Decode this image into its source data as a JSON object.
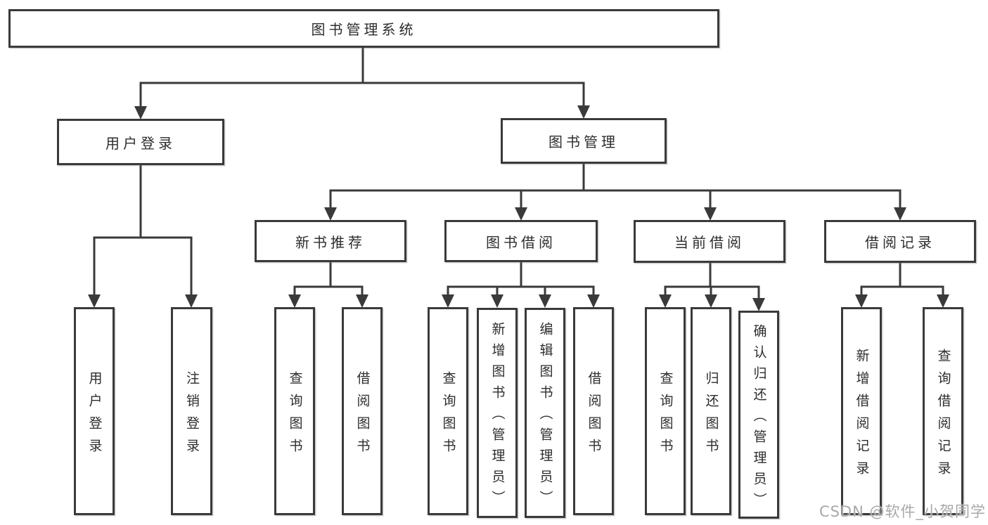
{
  "diagram": {
    "root": {
      "label": "图书管理系统"
    },
    "level2": {
      "user_login": {
        "label": "用户登录"
      },
      "book_mgmt": {
        "label": "图书管理"
      }
    },
    "level3": {
      "new_books": {
        "label": "新书推荐"
      },
      "book_borrow": {
        "label": "图书借阅"
      },
      "current_borrow": {
        "label": "当前借阅"
      },
      "borrow_records": {
        "label": "借阅记录"
      }
    },
    "leaves": {
      "user_login": [
        {
          "label": "用户登录"
        },
        {
          "label": "注销登录"
        }
      ],
      "new_books": [
        {
          "label": "查询图书"
        },
        {
          "label": "借阅图书"
        }
      ],
      "book_borrow": [
        {
          "label": "查询图书"
        },
        {
          "label": "新增图书（管理员）"
        },
        {
          "label": "编辑图书（管理员）"
        },
        {
          "label": "借阅图书"
        }
      ],
      "current_borrow": [
        {
          "label": "查询图书"
        },
        {
          "label": "归还图书"
        },
        {
          "label": "确认归还（管理员）"
        }
      ],
      "borrow_records": [
        {
          "label": "新增借阅记录"
        },
        {
          "label": "查询借阅记录"
        }
      ]
    },
    "colors": {
      "line": "#3a3a3a",
      "box_border": "#3a3a3a",
      "box_fill": "#ffffff",
      "text": "#2d2d2d",
      "watermark": "#a8a8a8"
    },
    "watermark": "CSDN @软件_小贺同学"
  }
}
